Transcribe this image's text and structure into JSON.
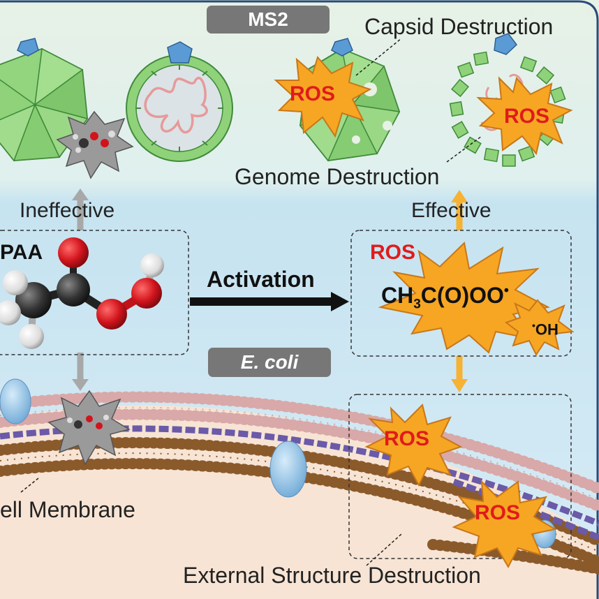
{
  "top_section": {
    "badge": "MS2",
    "capsid_label": "Capsid Destruction",
    "genome_label": "Genome Destruction"
  },
  "middle_section": {
    "ineffective_label": "Ineffective",
    "effective_label": "Effective",
    "paa_label": "PAA",
    "activation_label": "Activation",
    "radicals": {
      "ros_label": "ROS",
      "acetylperoxyl_main": "CH",
      "acetylperoxyl_sub": "3",
      "acetylperoxyl_rest": "C(O)OO",
      "radical_dot": "•",
      "hydroxyl_dot": "•",
      "hydroxyl_label": "OH"
    }
  },
  "bottom_section": {
    "badge": "E. coli",
    "membrane_label": "ell Membrane",
    "external_label": "External Structure Destruction"
  },
  "burst_labels": {
    "ros_1": "ROS",
    "ros_2": "ROS",
    "ros_3": "ROS",
    "ros_4": "ROS"
  },
  "colors": {
    "capsid_green": "#8fd27a",
    "capsid_outline": "#3f8a3a",
    "ros_burst": "#f6a623",
    "ros_text": "#e01b1b",
    "arrow_orange": "#f6b233",
    "arrow_gray": "#a8a8a8",
    "badge_gray": "#777777",
    "membrane_purple": "#6a5aa8",
    "lipid_brown": "#8b5a2b",
    "lipid_pink": "#d9a8a8",
    "water_blue": "#cfe6f2",
    "cell_beige": "#f7e4d4",
    "oxygen_red": "#d1141c",
    "carbon_dark": "#333333"
  }
}
